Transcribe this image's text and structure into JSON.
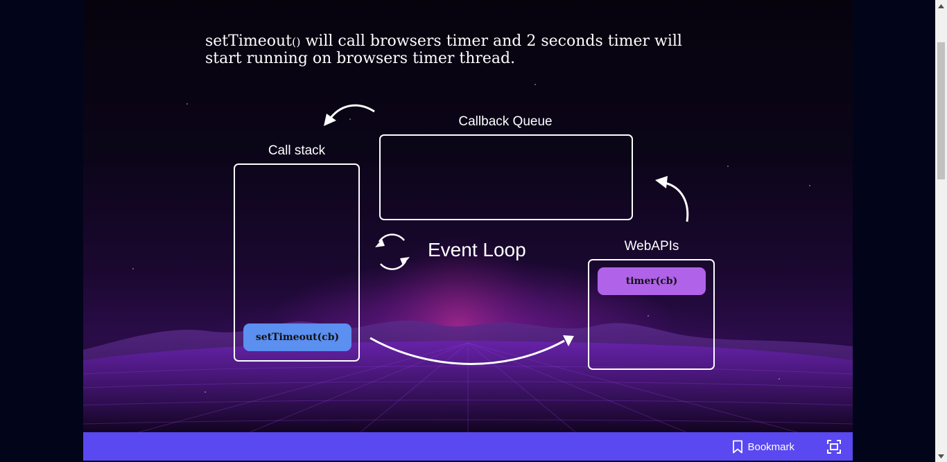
{
  "slide": {
    "title_line1_a": "setTimeout",
    "title_line1_paren": "()",
    "title_line1_b": " will call browsers timer and 2 seconds timer will",
    "title_line2": "start running on browsers timer thread."
  },
  "diagram": {
    "call_stack_label": "Call stack",
    "callback_queue_label": "Callback Queue",
    "webapis_label": "WebAPIs",
    "event_loop_label": "Event Loop",
    "call_stack_item": "setTimeout(cb)",
    "webapi_item": "timer(cb)",
    "colors": {
      "call_stack_item": "#5b8ff0",
      "webapi_item": "#b063e8",
      "box_border": "#ffffff"
    }
  },
  "toolbar": {
    "bookmark_label": "Bookmark",
    "bookmark_icon": "bookmark-icon",
    "fullscreen_icon": "fullscreen-icon",
    "accent": "#5a48f0"
  }
}
